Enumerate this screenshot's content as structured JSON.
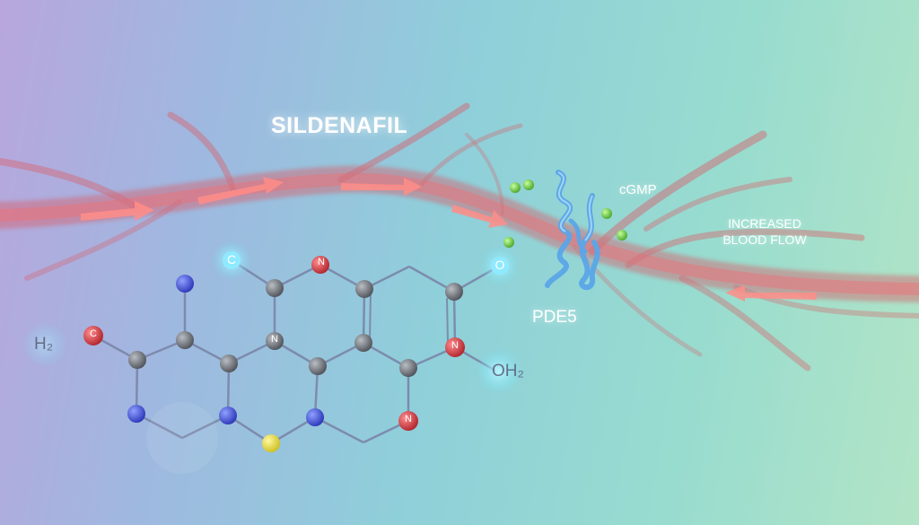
{
  "title": "SILDENAFIL",
  "labels": {
    "cgmp": "cGMP",
    "enzyme": "PDE5",
    "flow_line1": "INCREASED",
    "flow_line2": "BLOOD FLOW"
  },
  "molecule": {
    "left_group": "H₂",
    "right_group": "OH₂",
    "atom_letters": {
      "top_left": "C",
      "top_mid": "N",
      "top_right": "O",
      "center": "N",
      "right_mid": "N",
      "left_oxygen": "C",
      "bottom_n": "N"
    }
  },
  "colors": {
    "carbon": "#6e7278",
    "nitrogen": "#3f4fd8",
    "oxygen": "#d8353c",
    "sulfur": "#e6dc3a",
    "glow": "#6fe6ff",
    "vessel": "#e46a73",
    "arrow": "#ff8a86",
    "enzyme": "#58a8e6",
    "cgmp_dot": "#6ac43a"
  }
}
